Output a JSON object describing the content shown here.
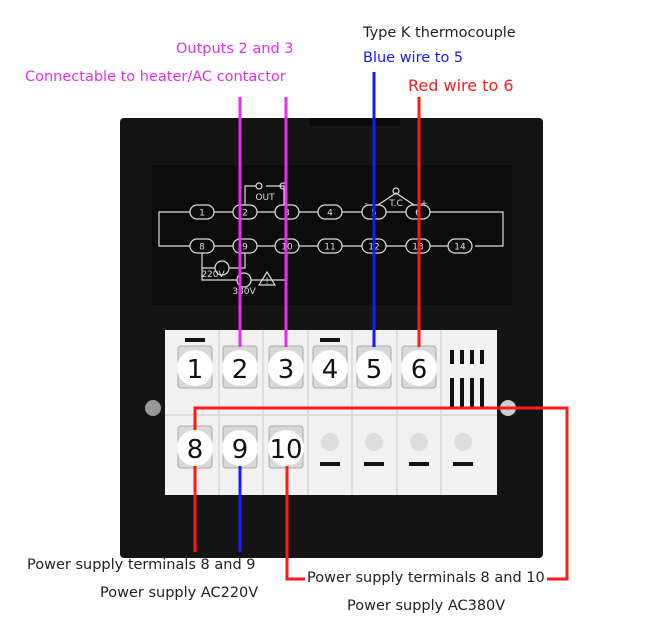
{
  "annotations": {
    "outputs_title": "Outputs 2 and 3",
    "outputs_desc": "Connectable to heater/AC contactor",
    "tc_title": "Type K thermocouple",
    "tc_blue": "Blue wire to 5",
    "tc_red": "Red wire to 6",
    "ps220_title": "Power supply terminals 8 and 9",
    "ps220_desc": "Power supply AC220V",
    "ps380_title": "Power supply terminals 8 and 10",
    "ps380_desc": "Power supply AC380V"
  },
  "schematic": {
    "out": "OUT",
    "tc": "T.C",
    "minus": "-",
    "plus": "+",
    "v220": "220V",
    "v380": "380V",
    "top": [
      "1",
      "2",
      "3",
      "4",
      "5",
      "6"
    ],
    "bottom": [
      "8",
      "9",
      "10",
      "11",
      "12",
      "13",
      "14"
    ]
  },
  "terminals": {
    "top": [
      "1",
      "2",
      "3",
      "4",
      "5",
      "6"
    ],
    "bottom": [
      "8",
      "9",
      "10"
    ]
  },
  "colors": {
    "magenta": "#e62ee6",
    "blue": "#1a1aff",
    "red": "#ff1a1a",
    "device": "#141414"
  }
}
